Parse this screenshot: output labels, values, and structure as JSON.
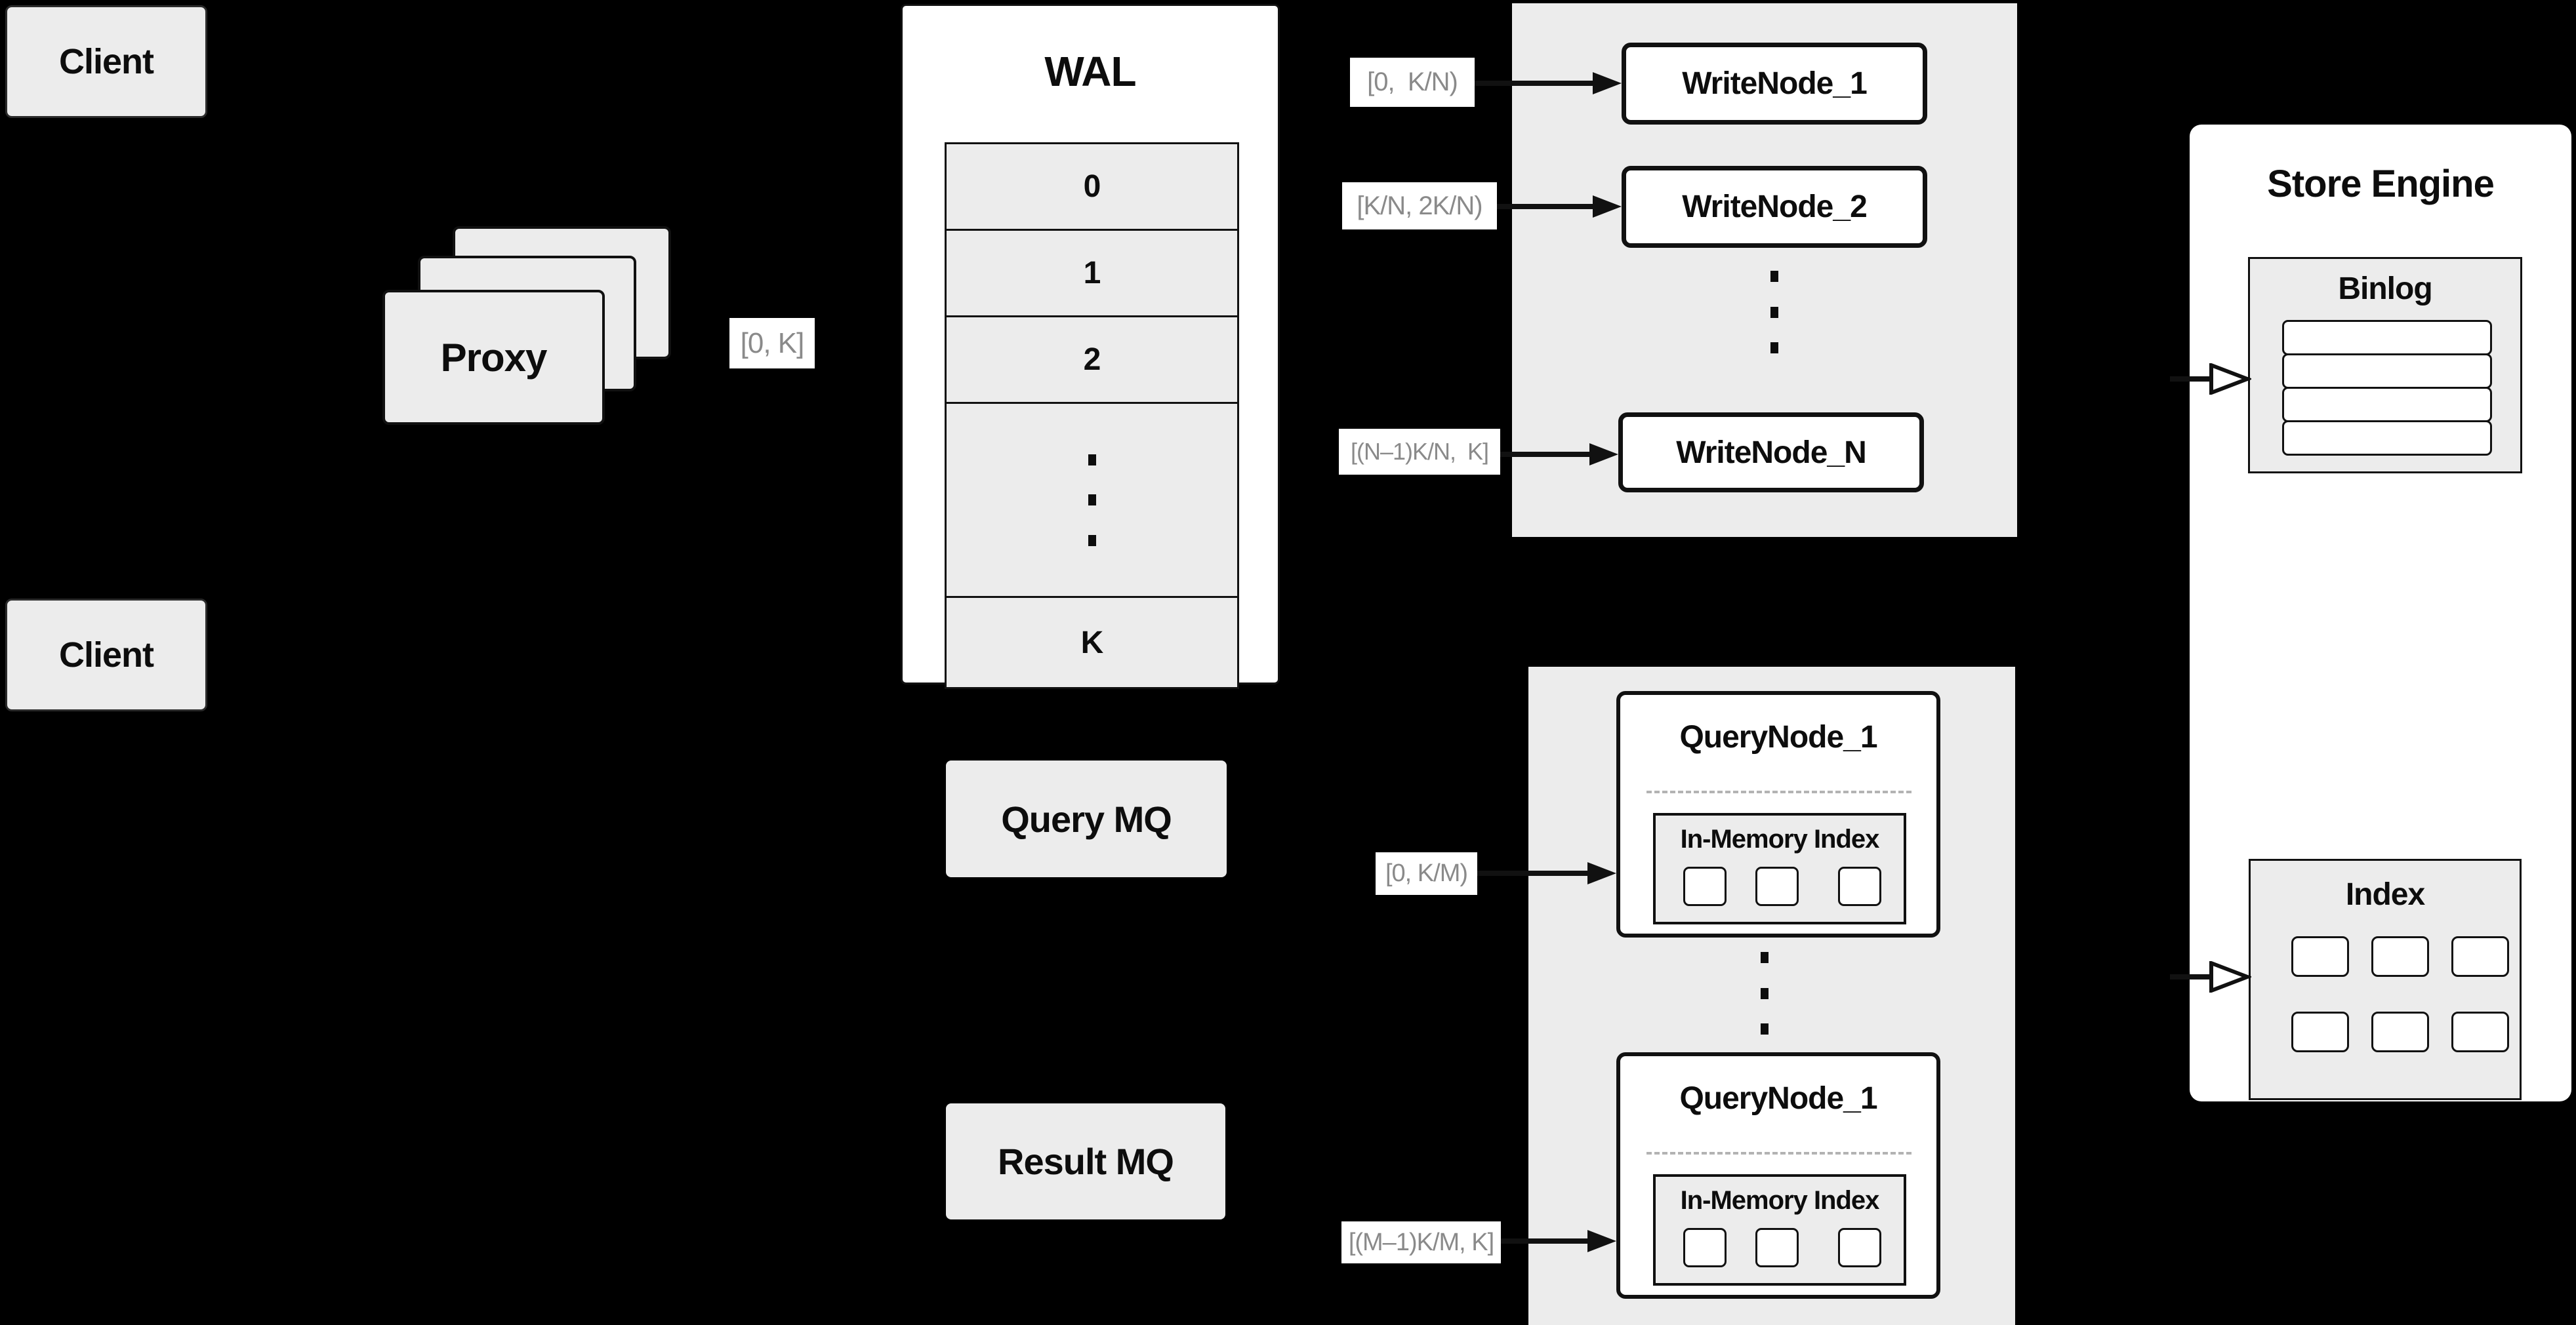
{
  "colors": {
    "background": "#000000",
    "panel_gray": "#ececec",
    "node_white": "#ffffff",
    "stroke_black": "#111111",
    "range_label_text": "#8a8a8a",
    "dashed_divider": "#b3b3b3"
  },
  "clients": {
    "top": "Client",
    "bottom": "Client"
  },
  "proxy": {
    "label": "Proxy",
    "range_label": "[0, K]"
  },
  "wal": {
    "title": "WAL",
    "rows": [
      "0",
      "1",
      "2",
      "K"
    ]
  },
  "write_group": {
    "nodes": [
      "WriteNode_1",
      "WriteNode_2",
      "WriteNode_N"
    ],
    "range_labels": [
      "[0,  K/N)",
      "[K/N, 2K/N)",
      "[(N–1)K/N,  K]"
    ]
  },
  "mq": {
    "query": "Query MQ",
    "result": "Result MQ"
  },
  "query_group": {
    "nodes": [
      {
        "title": "QueryNode_1",
        "inner_title": "In-Memory Index"
      },
      {
        "title": "QueryNode_1",
        "inner_title": "In-Memory Index"
      }
    ],
    "range_labels": [
      "[0, K/M)",
      "[(M–1)K/M, K]"
    ]
  },
  "store_engine": {
    "title": "Store Engine",
    "binlog_title": "Binlog",
    "index_title": "Index"
  }
}
